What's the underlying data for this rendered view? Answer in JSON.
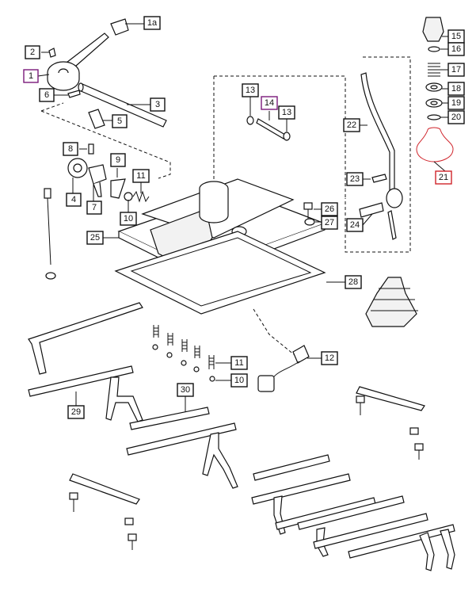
{
  "labels": {
    "1a": "1a",
    "1": "1",
    "2": "2",
    "3": "3",
    "4": "4",
    "5": "5",
    "6": "6",
    "7": "7",
    "8": "8",
    "9": "9",
    "10a": "10",
    "10b": "10",
    "11a": "11",
    "11b": "11",
    "12": "12",
    "13a": "13",
    "13b": "13",
    "14": "14",
    "15": "15",
    "16": "16",
    "17": "17",
    "18": "18",
    "19": "19",
    "20": "20",
    "21": "21",
    "22": "22",
    "23": "23",
    "24": "24",
    "25": "25",
    "26": "26",
    "27": "27",
    "28": "28",
    "29": "29",
    "30": "30"
  },
  "highlight_colors": {
    "selected": "#7a1a7a",
    "active": "#d0242b",
    "line": "#111111"
  }
}
